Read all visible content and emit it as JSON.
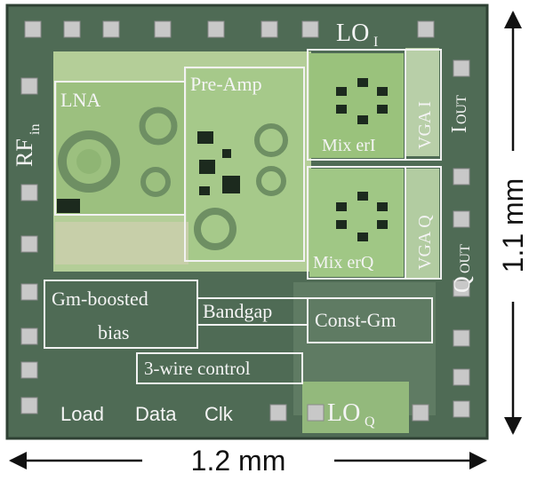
{
  "chip": {
    "width_label": "1.2 mm",
    "height_label": "1.1 mm"
  },
  "blocks": {
    "lna": "LNA",
    "pre_amp": "Pre-Amp",
    "mixer_i": "Mix erI",
    "mixer_q": "Mix erQ",
    "vga_i": "VGA I",
    "vga_q": "VGA Q",
    "gm_boosted_1": "Gm-boosted",
    "gm_boosted_2": "bias",
    "bandgap": "Bandgap",
    "const_gm": "Const-Gm",
    "three_wire": "3-wire control"
  },
  "pins": {
    "rf_in_main": "RF",
    "rf_in_sub": "in",
    "lo_i_main": "LO",
    "lo_i_sub": "I",
    "lo_q_main": "LO",
    "lo_q_sub": "Q",
    "i_out_main": "I",
    "i_out_sub": "OUT",
    "q_out_main": "Q",
    "q_out_sub": "OUT",
    "load": "Load",
    "data": "Data",
    "clk": "Clk"
  },
  "colors": {
    "die": "#4f6b55",
    "active": "#a9c98e",
    "box": "#f2f2f2"
  }
}
